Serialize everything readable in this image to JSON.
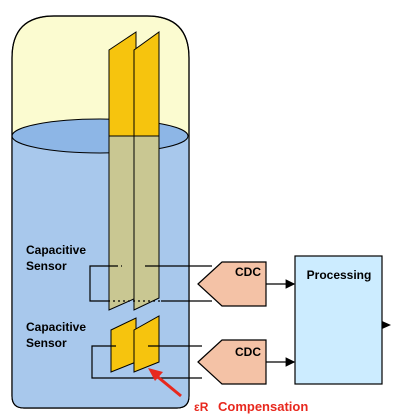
{
  "labels": {
    "sensor_top_line1": "Capacitive",
    "sensor_top_line2": "Sensor",
    "sensor_bottom_line1": "Capacitive",
    "sensor_bottom_line2": "Sensor",
    "cdc_top": "CDC",
    "cdc_bottom": "CDC",
    "processing": "Processing",
    "compensation_symbol": "εR",
    "compensation_text": "Compensation"
  },
  "colors": {
    "tank_fill": "#fbfbd0",
    "liquid": "#a8c8ec",
    "liquid_surface": "#8db6e6",
    "electrode": "#f6c40e",
    "electrode_submerged": "#c9c792",
    "cdc_fill": "#f4c2a6",
    "processing_fill": "#ccecff",
    "arrow": "#e8281e"
  }
}
